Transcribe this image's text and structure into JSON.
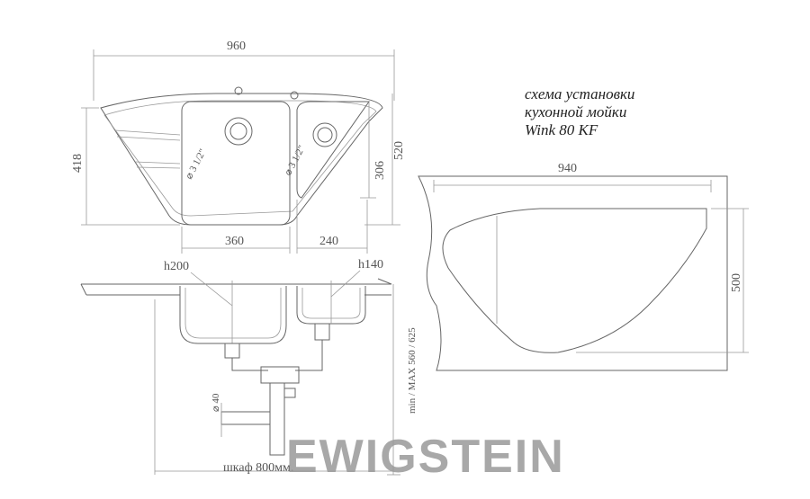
{
  "title": {
    "line1": "схема установки",
    "line2": "кухонной мойки",
    "line3": "Wink 80 KF"
  },
  "dimensions": {
    "top_width": "960",
    "left_height": "418",
    "right_height": "520",
    "right_bowl_height": "306",
    "left_bowl_width": "360",
    "right_bowl_width": "240",
    "cutout_width": "940",
    "cutout_height": "500",
    "left_bowl_depth": "h200",
    "right_bowl_depth": "h140",
    "drain_left": "⌀ 3 1/2\"",
    "drain_right": "⌀ 3 1/2\"",
    "pipe": "⌀ 40",
    "cabinet_height": "min / MAX 560 / 625",
    "cabinet": "шкаф 800мм."
  },
  "brand": "EWIGSTEIN",
  "colors": {
    "line": "#666666",
    "brand": "#9a9a9a"
  }
}
